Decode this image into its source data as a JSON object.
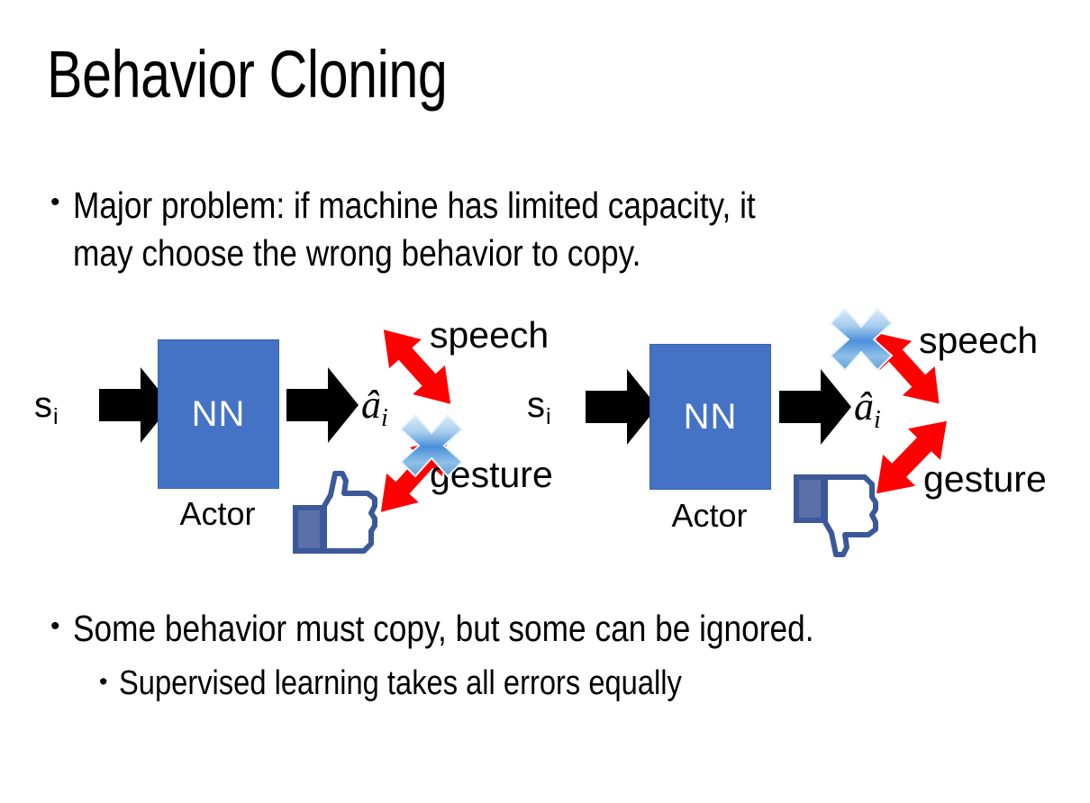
{
  "slide": {
    "title": "Behavior Cloning",
    "background_color": "#FFFFFF"
  },
  "bullets": {
    "problem": {
      "marker": "•",
      "text": "Major problem: if machine has limited capacity, it\nmay choose the wrong behavior to copy."
    },
    "some_behavior": {
      "marker": "•",
      "text": "Some behavior must copy, but some can be ignored."
    },
    "supervised": {
      "marker": "•",
      "text": "Supervised learning takes all errors equally"
    }
  },
  "colors": {
    "nn_box_fill": "#4472C4",
    "nn_box_border": "#3A63AE",
    "arrow_black": "#000000",
    "arrow_red": "#FF0000",
    "x_blue_light": "#BBD7F2",
    "x_blue_dark": "#2E75B6",
    "thumb_outline": "#3B5998",
    "thumb_cuff": "#5B6FA8",
    "thumb_fill": "#FFFFFF",
    "text_black": "#000000"
  },
  "diagrams": [
    {
      "id": "left",
      "state_label": "s",
      "state_subscript": "i",
      "nn_label": "NN",
      "actor_label": "Actor",
      "output_label": "â",
      "output_subscript": "i",
      "branches": [
        {
          "name": "speech",
          "label": "speech",
          "direction": "up-right",
          "crossed_out": false
        },
        {
          "name": "gesture",
          "label": "gesture",
          "direction": "down-right",
          "crossed_out": true
        }
      ],
      "feedback_icon": "thumbs-up",
      "x_marker_on": "gesture"
    },
    {
      "id": "right",
      "state_label": "s",
      "state_subscript": "i",
      "nn_label": "NN",
      "actor_label": "Actor",
      "output_label": "â",
      "output_subscript": "i",
      "branches": [
        {
          "name": "speech",
          "label": "speech",
          "direction": "up-right",
          "crossed_out": true
        },
        {
          "name": "gesture",
          "label": "gesture",
          "direction": "down-right",
          "crossed_out": false
        }
      ],
      "feedback_icon": "thumbs-down",
      "x_marker_on": "speech"
    }
  ]
}
